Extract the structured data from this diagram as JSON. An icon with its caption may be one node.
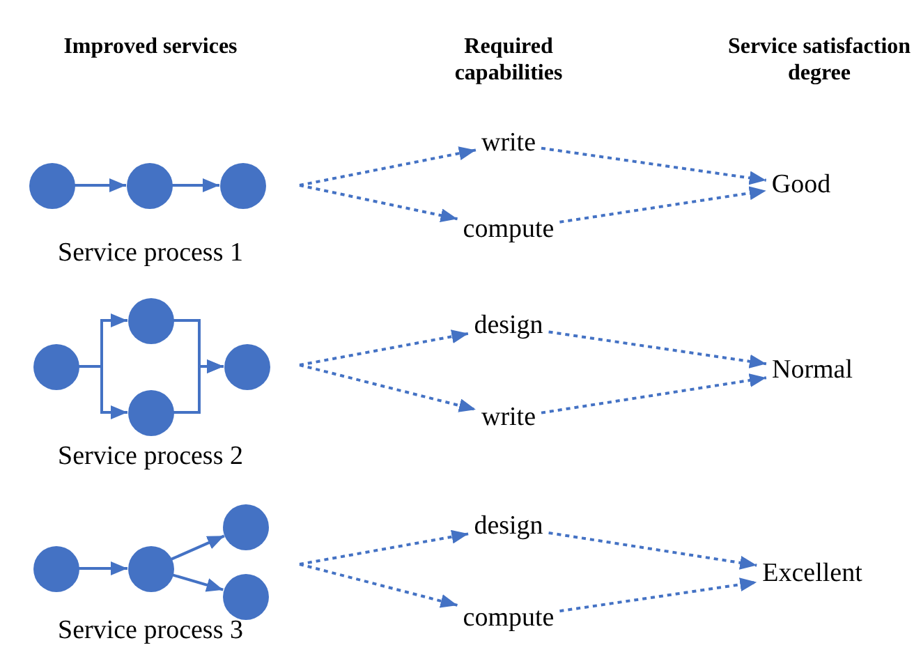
{
  "diagram": {
    "nodes": [
      {
        "text": [
          "Service process 1"
        ]
      },
      {
        "text": [],
        "shape": "circle",
        "in": 0
      },
      {
        "text": [],
        "shape": "circle",
        "in": 0
      },
      {
        "text": [],
        "shape": "circle",
        "in": 0
      },
      {
        "text": [
          "write"
        ]
      },
      {
        "text": [
          "compute"
        ]
      },
      {
        "text": [
          "Good"
        ]
      },
      {
        "text": [
          "Service process 2"
        ]
      },
      {
        "text": [],
        "shape": "circle",
        "in": 7
      },
      {
        "text": [],
        "shape": "circle",
        "in": 7
      },
      {
        "text": [],
        "shape": "circle",
        "in": 7
      },
      {
        "text": [],
        "shape": "circle",
        "in": 7
      },
      {
        "text": [
          "design"
        ]
      },
      {
        "text": [
          "write"
        ]
      },
      {
        "text": [
          "Normal"
        ]
      },
      {
        "text": [
          "Service process 3"
        ]
      },
      {
        "text": [],
        "shape": "circle",
        "in": 15
      },
      {
        "text": [],
        "shape": "circle",
        "in": 15
      },
      {
        "text": [],
        "shape": "circle",
        "in": 15
      },
      {
        "text": [],
        "shape": "circle",
        "in": 15
      },
      {
        "text": [
          "design"
        ]
      },
      {
        "text": [
          "compute"
        ]
      },
      {
        "text": [
          "Excellent"
        ]
      }
    ],
    "edges": [
      {
        "from": 1,
        "to": 2,
        "arrow": "to"
      },
      {
        "from": 2,
        "to": 3,
        "arrow": "to"
      },
      {
        "from": 0,
        "to": 4,
        "arrow": "to",
        "style": "dashed"
      },
      {
        "from": 0,
        "to": 5,
        "arrow": "to",
        "style": "dashed"
      },
      {
        "from": 4,
        "to": 6,
        "arrow": "to",
        "style": "dashed"
      },
      {
        "from": 5,
        "to": 6,
        "arrow": "to",
        "style": "dashed"
      },
      {
        "from": 8,
        "to": 9,
        "arrow": "to"
      },
      {
        "from": 8,
        "to": 10,
        "arrow": "to"
      },
      {
        "from": 9,
        "to": 11,
        "arrow": "to"
      },
      {
        "from": 10,
        "to": 11,
        "arrow": "to"
      },
      {
        "from": 7,
        "to": 12,
        "arrow": "to",
        "style": "dashed"
      },
      {
        "from": 7,
        "to": 13,
        "arrow": "to",
        "style": "dashed"
      },
      {
        "from": 12,
        "to": 14,
        "arrow": "to",
        "style": "dashed"
      },
      {
        "from": 13,
        "to": 14,
        "arrow": "to",
        "style": "dashed"
      },
      {
        "from": 16,
        "to": 17,
        "arrow": "to"
      },
      {
        "from": 17,
        "to": 18,
        "arrow": "to"
      },
      {
        "from": 17,
        "to": 19,
        "arrow": "to"
      },
      {
        "from": 15,
        "to": 20,
        "arrow": "to",
        "style": "dashed"
      },
      {
        "from": 15,
        "to": 21,
        "arrow": "to",
        "style": "dashed"
      },
      {
        "from": 20,
        "to": 22,
        "arrow": "to",
        "style": "dashed"
      },
      {
        "from": 21,
        "to": 22,
        "arrow": "to",
        "style": "dashed"
      }
    ],
    "labels": [
      "Improved services",
      "Required capabilities",
      "Service satisfaction degree"
    ]
  }
}
